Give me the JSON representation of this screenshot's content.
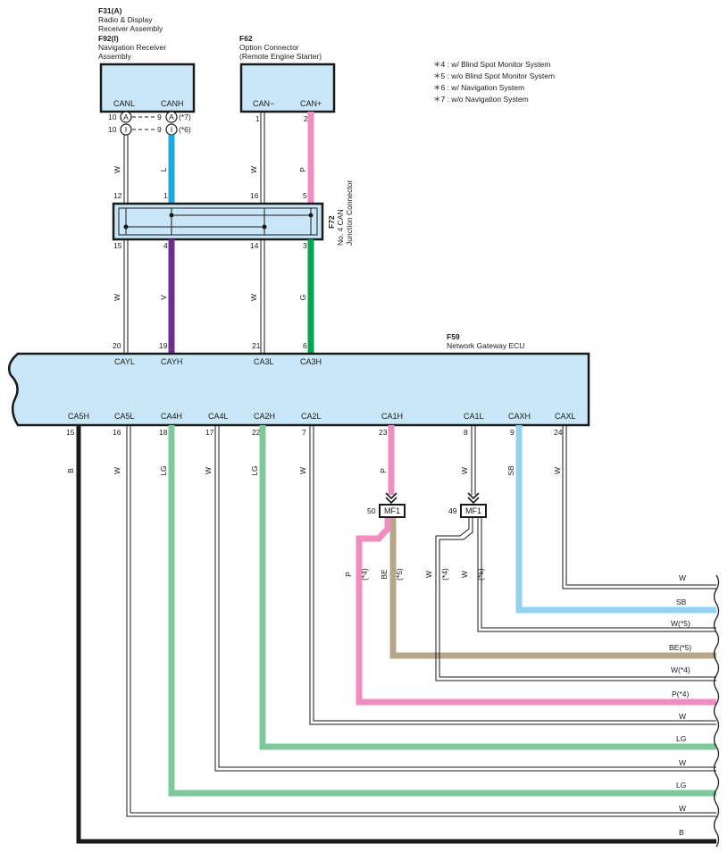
{
  "components": {
    "f31_code": "F31(A)",
    "f31_name_1": "Radio & Display",
    "f31_name_2": "Receiver Assembly",
    "f92_code": "F92(I)",
    "f92_name_1": "Navigation Receiver",
    "f92_name_2": "Assembly",
    "f62_code": "F62",
    "f62_name_1": "Option Connector",
    "f62_name_2": "(Remote Engine Starter)",
    "f72_code": "F72",
    "f72_name_1": "No. 4 CAN",
    "f72_name_2": "Junction Connector",
    "f59_code": "F59",
    "f59_name": "Network Gateway ECU"
  },
  "notes": [
    "＊4 : w/ Blind Spot Monitor System",
    "＊5 : w/o Blind Spot Monitor System",
    "＊6 : w/ Navigation System",
    "＊7 : w/o Navigation System"
  ],
  "radio": {
    "canl": "CANL",
    "canh": "CANH",
    "row1": {
      "pin_l": "10",
      "mark_l": "A",
      "pin_r": "9",
      "mark_r": "A",
      "note": "(*7)"
    },
    "row2": {
      "pin_l": "10",
      "mark_l": "I",
      "pin_r": "9",
      "mark_r": "I",
      "note": "(*6)"
    }
  },
  "option": {
    "canm": "CAN−",
    "canp": "CAN+",
    "pin_m": "1",
    "pin_p": "2"
  },
  "junction": {
    "top_pins": [
      "12",
      "1",
      "16",
      "5"
    ],
    "bottom_pins": [
      "15",
      "4",
      "14",
      "3"
    ]
  },
  "wires_upper": {
    "w1": "W",
    "l": "L",
    "w2": "W",
    "p": "P"
  },
  "wires_mid": {
    "w1": "W",
    "v": "V",
    "w2": "W",
    "g": "G"
  },
  "gateway_top": {
    "pins": [
      "20",
      "19",
      "21",
      "6"
    ],
    "labels": [
      "CAYL",
      "CAYH",
      "CA3L",
      "CA3H"
    ]
  },
  "gateway_bottom": {
    "labels": [
      "CA5H",
      "CA5L",
      "CA4H",
      "CA4L",
      "CA2H",
      "CA2L",
      "CA1H",
      "CA1L",
      "CAXH",
      "CAXL"
    ],
    "pins": [
      "15",
      "16",
      "18",
      "17",
      "22",
      "7",
      "23",
      "8",
      "9",
      "24"
    ],
    "wire_colors": [
      "B",
      "W",
      "LG",
      "W",
      "LG",
      "W",
      "P",
      "W",
      "SB",
      "W"
    ]
  },
  "mf1": {
    "left_pin": "50",
    "left_label": "MF1",
    "right_pin": "49",
    "right_label": "MF1"
  },
  "branch_wires": {
    "p": "P",
    "p_note": "(*4)",
    "be": "BE",
    "be_note": "(*5)",
    "w4": "W",
    "w4_note": "(*4)",
    "w5": "W",
    "w5_note": "(*5)"
  },
  "right_labels": [
    "W",
    "SB",
    "W(*5)",
    "BE(*5)",
    "W(*4)",
    "P(*4)",
    "W",
    "LG",
    "W",
    "LG",
    "W",
    "B"
  ],
  "colors": {
    "L": "#1fa9e1",
    "P": "#f08cbe",
    "V": "#6d2d8f",
    "G": "#00a651",
    "LG": "#7dc99a",
    "SB": "#8fd3f0",
    "BE": "#b7a68a",
    "B": "#1a1a1a",
    "W": "#1a1a1a",
    "box_fill": "#c9e7f7"
  }
}
